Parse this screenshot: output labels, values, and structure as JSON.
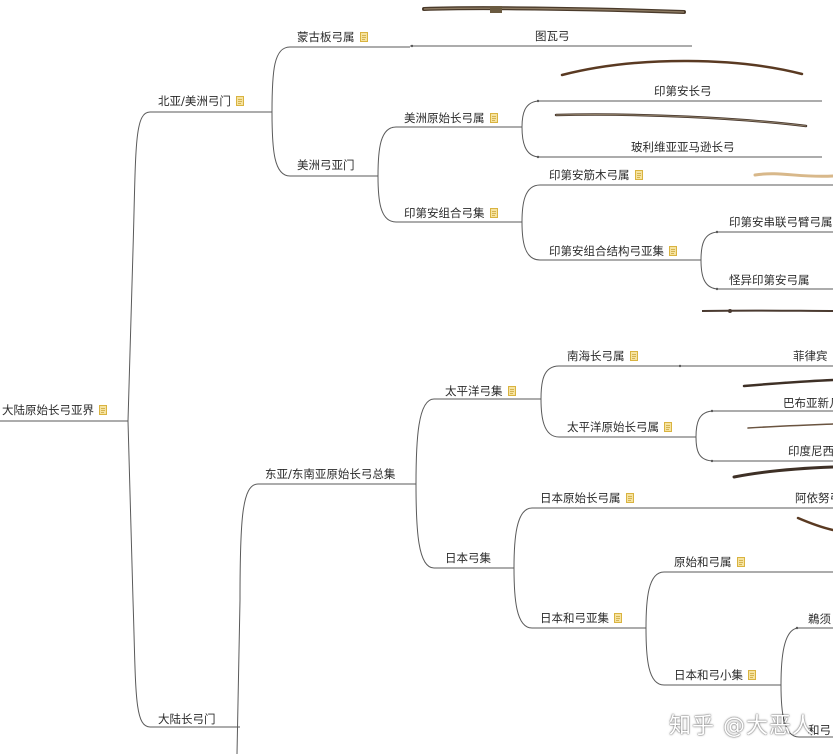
{
  "colors": {
    "line": "#5a5a5a",
    "note": "#e8c44a",
    "bow_dark": "#4a3a2a",
    "bow_light": "#d8b88a"
  },
  "nodes": {
    "root": "大陆原始长弓亚界",
    "north_asia": "北亚/美洲弓门",
    "mongol": "蒙古板弓属",
    "tuva": "图瓦弓",
    "america_sub": "美洲弓亚门",
    "america_primitive": "美洲原始长弓属",
    "indian_longbow": "印第安长弓",
    "bolivia": "玻利维亚亚马逊长弓",
    "indian_composite_set": "印第安组合弓集",
    "indian_sinew": "印第安筋木弓属",
    "indian_composite_struct": "印第安组合结构弓亚集",
    "indian_serial": "印第安串联弓臂弓属",
    "weird_indian": "怪异印第安弓属",
    "east_asia": "东亚/东南亚原始长弓总集",
    "pacific": "太平洋弓集",
    "south_sea": "南海长弓属",
    "philippine": "菲律宾",
    "pacific_primitive": "太平洋原始长弓属",
    "papua": "巴布亚新几",
    "indonesia": "印度尼西",
    "japan_set": "日本弓集",
    "japan_primitive": "日本原始长弓属",
    "ainu": "阿依努弓",
    "japan_wa": "日本和弓亚集",
    "primitive_wa": "原始和弓属",
    "japan_wa_small": "日本和弓小集",
    "kagoshima": "鵜须",
    "wa_last": "和弓",
    "continental": "大陆长弓门"
  },
  "watermark": "知乎 @大恶人"
}
